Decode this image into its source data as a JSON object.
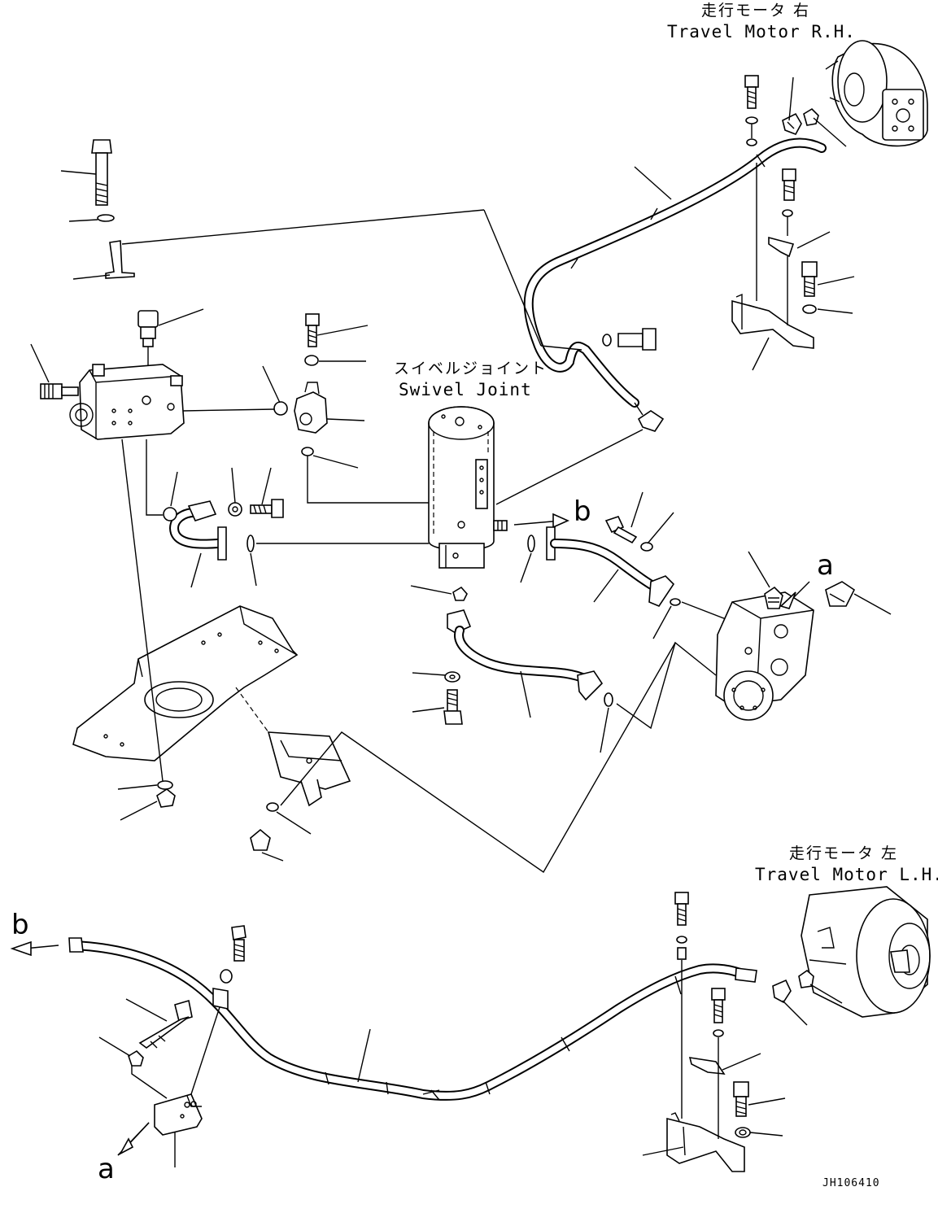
{
  "labels": {
    "travel_motor_rh_jp": "走行モータ 右",
    "travel_motor_rh_en": "Travel Motor R.H.",
    "swivel_joint_jp": "スイベルジョイント",
    "swivel_joint_en": "Swivel Joint",
    "travel_motor_lh_jp": "走行モータ 左",
    "travel_motor_lh_en": "Travel Motor L.H.",
    "callout_a_upper": "a",
    "callout_b_upper": "b",
    "callout_b_lower": "b",
    "callout_a_lower": "a",
    "drawing_code": "JH106410"
  }
}
